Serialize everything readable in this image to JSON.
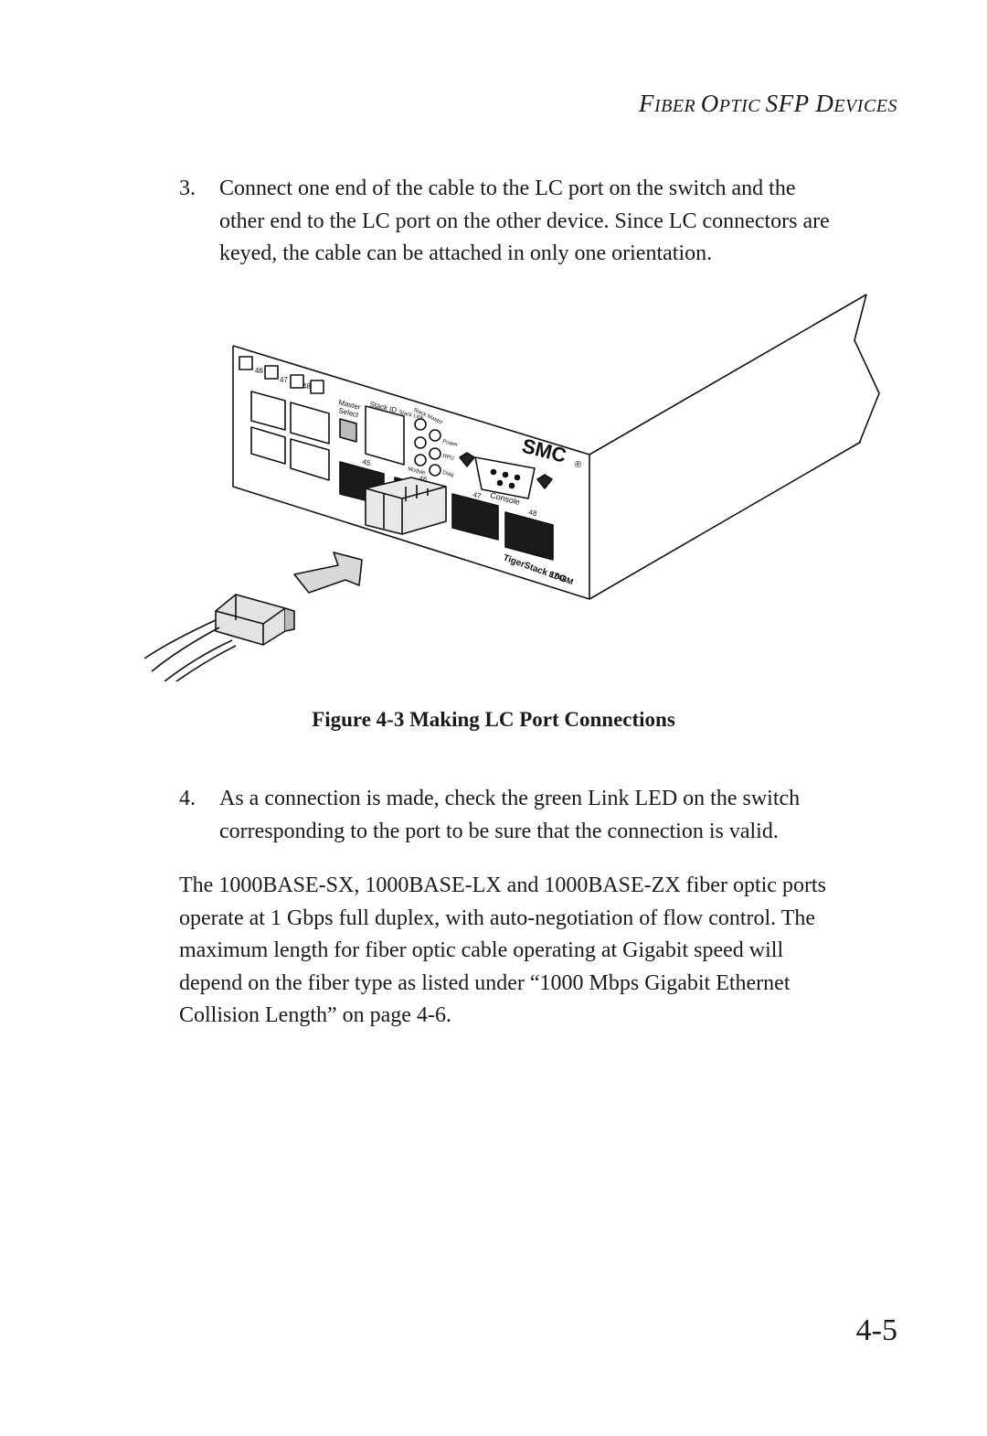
{
  "header": {
    "running_title_parts": [
      "F",
      "IBER ",
      "O",
      "PTIC ",
      "SFP D",
      "EVICES"
    ]
  },
  "step3": {
    "number": "3.",
    "lines": [
      "Connect one end of the cable to the LC port on the switch and the",
      "other end to the LC port on the other device. Since LC connectors are",
      "keyed, the cable can be attached in only one orientation."
    ]
  },
  "figure": {
    "caption": "Figure 4-3  Making LC Port Connections",
    "labels": {
      "port_46_top": "46",
      "port_47_top": "47",
      "port_48_top": "48",
      "master_select": "Master Select",
      "master": "Master",
      "select": "Select",
      "stack_id": "Stack ID",
      "stack_link": "Stack Link",
      "stack_master": "Stack Master",
      "power": "Power",
      "rpu": "RPU",
      "module": "Module",
      "diag": "Diag",
      "port_45": "45",
      "port_46": "46",
      "port_47": "47",
      "port_48": "48",
      "console": "Console",
      "brand": "SMC",
      "registered": "®",
      "model_line1": "TigerStack 10G",
      "model_line2": "8748M"
    }
  },
  "step4": {
    "number": "4.",
    "lines": [
      "As a connection is made, check the green Link LED on the switch",
      "corresponding to the port to be sure that the connection is valid."
    ]
  },
  "paragraph": {
    "lines": [
      "The 1000BASE-SX, 1000BASE-LX and 1000BASE-ZX fiber optic ports",
      "operate at 1 Gbps full duplex, with auto-negotiation of flow control. The",
      "maximum length for fiber optic cable operating at Gigabit speed will",
      "depend on the fiber type as listed under “1000 Mbps Gigabit Ethernet",
      "Collision Length” on page 4-6."
    ]
  },
  "page_number": "4-5"
}
